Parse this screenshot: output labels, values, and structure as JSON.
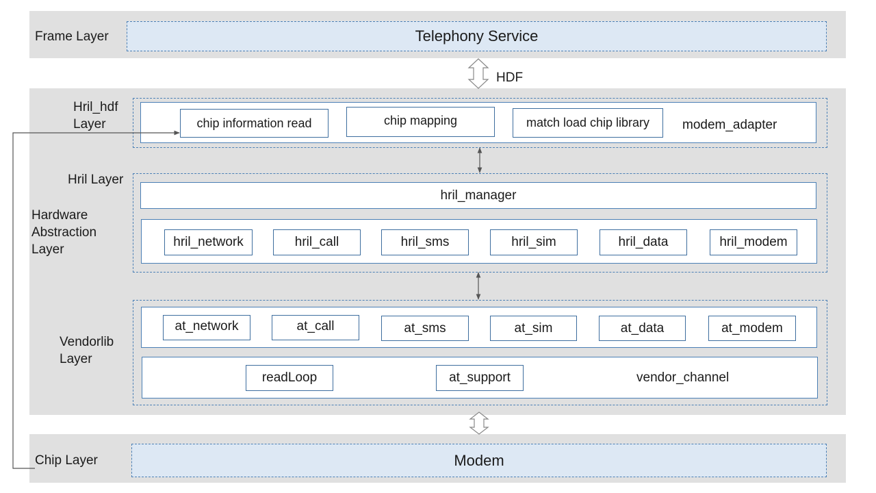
{
  "frame": {
    "label": "Frame Layer",
    "service": "Telephony Service"
  },
  "hdf_label": "HDF",
  "hal": {
    "label_lines": [
      "Hardware",
      "Abstraction",
      "Layer"
    ],
    "hril_hdf": {
      "label_lines": [
        "Hril_hdf",
        "Layer"
      ],
      "modules": [
        "chip information  read",
        "chip mapping",
        "match load chip library"
      ],
      "container": "modem_adapter"
    },
    "hril": {
      "label": "Hril Layer",
      "manager": "hril_manager",
      "modules": [
        "hril_network",
        "hril_call",
        "hril_sms",
        "hril_sim",
        "hril_data",
        "hril_modem"
      ]
    },
    "vendorlib": {
      "label_lines": [
        "Vendorlib",
        "Layer"
      ],
      "modules": [
        "at_network",
        "at_call",
        "at_sms",
        "at_sim",
        "at_data",
        "at_modem"
      ],
      "channel_modules": [
        "readLoop",
        "at_support"
      ],
      "channel": "vendor_channel"
    }
  },
  "chip": {
    "label": "Chip Layer",
    "modem": "Modem"
  },
  "colors": {
    "band": "#e0e0e0",
    "dashed_border": "#4a7fb5",
    "light_fill": "#dde8f4",
    "arrow": "#555555"
  }
}
